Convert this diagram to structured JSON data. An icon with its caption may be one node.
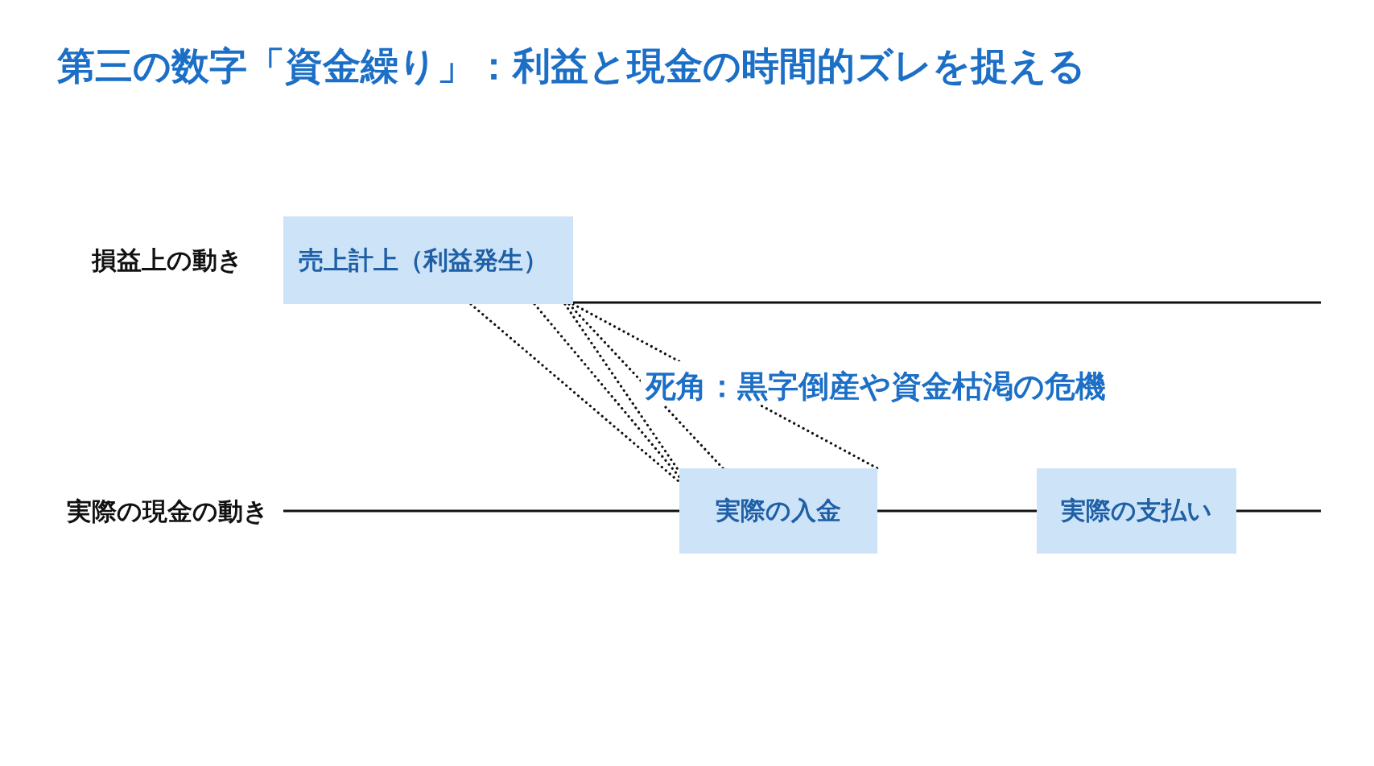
{
  "diagram": {
    "title": "第三の数字「資金繰り」：利益と現金の時間的ズレを捉える",
    "nodes": [
      {
        "text": [
          "売上計上（利益発生）"
        ]
      },
      {
        "text": [
          "実際の入金"
        ]
      },
      {
        "text": [
          "実際の支払い"
        ]
      }
    ],
    "edges": [
      {
        "from": 0,
        "to": null,
        "arrow": "none"
      },
      {
        "from": 0,
        "to": 1,
        "arrow": "none",
        "style": "dashed"
      },
      {
        "from": 0,
        "to": 1,
        "arrow": "none",
        "style": "dashed"
      },
      {
        "from": 0,
        "to": 1,
        "arrow": "none",
        "style": "dashed"
      },
      {
        "from": 0,
        "to": 1,
        "arrow": "none",
        "style": "dashed"
      },
      {
        "from": 0,
        "to": 1,
        "arrow": "none",
        "style": "dashed"
      },
      {
        "from": null,
        "to": 1,
        "arrow": "none"
      },
      {
        "from": 1,
        "to": 2,
        "arrow": "none"
      },
      {
        "from": 2,
        "to": null,
        "arrow": "none"
      }
    ],
    "labels": [
      "損益上の動き",
      "死角：黒字倒産や資金枯渇の危機",
      "実際の現金の動き"
    ]
  }
}
